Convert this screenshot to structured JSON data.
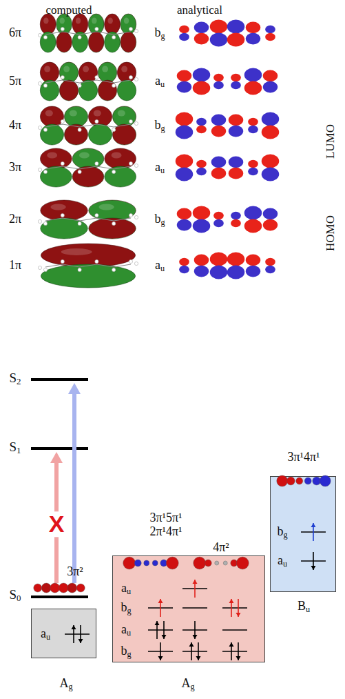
{
  "diagram": {
    "nodes": [
      {
        "text": [
          "3π²",
          "au",
          "Ag"
        ]
      },
      {
        "text": [
          "3π¹5π¹ 2π¹4π¹",
          "4π²",
          "au",
          "bg",
          "au",
          "bg",
          "Ag"
        ]
      },
      {
        "text": [
          "3π¹4π¹",
          "bg",
          "au",
          "Bu"
        ]
      }
    ],
    "labels": [
      "computed",
      "analytical",
      "6π",
      "bg",
      "5π",
      "au",
      "4π",
      "bg",
      "3π",
      "au",
      "2π",
      "bg",
      "1π",
      "au",
      "LUMO",
      "HOMO",
      "S2",
      "S1",
      "X",
      "S0"
    ]
  }
}
